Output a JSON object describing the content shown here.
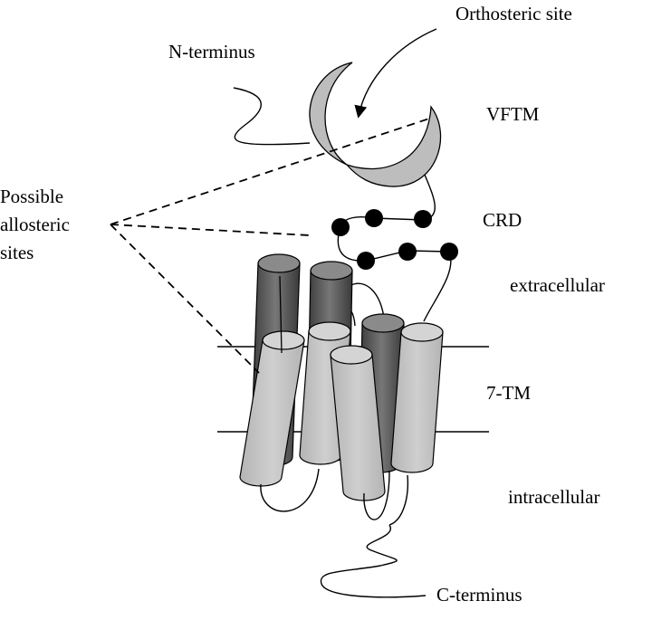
{
  "labels": {
    "orthosteric": "Orthosteric site",
    "n_terminus": "N-terminus",
    "vftm": "VFTM",
    "allosteric": [
      "Possible",
      "allosteric",
      "sites"
    ],
    "crd": "CRD",
    "extracellular": "extracellular",
    "seven_tm": "7-TM",
    "intracellular": "intracellular",
    "c_terminus": "C-terminus"
  },
  "colors": {
    "light_helix": "#c4c4c4",
    "dark_helix": "#555555",
    "crescent": "#bdbdbd",
    "crd_dot": "#000000"
  }
}
